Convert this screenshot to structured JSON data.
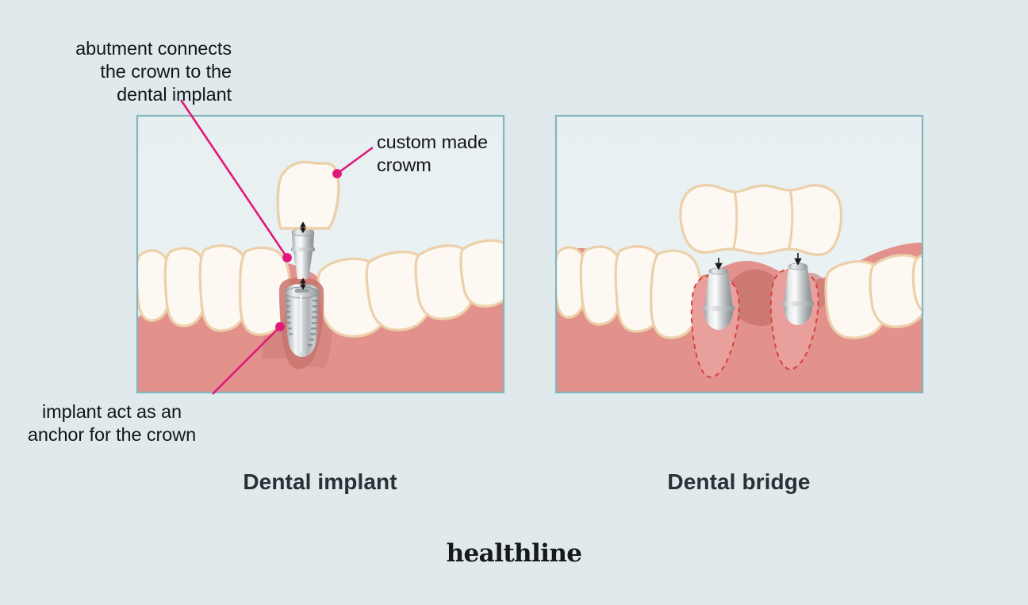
{
  "illustration": {
    "title_subject": "Dental implant vs dental bridge",
    "background_color": "#e0eaec",
    "panel_fill": "#eaf1f3",
    "panel_border_color": "#84b6bd",
    "gum_color": "#e2918d",
    "gum_shadow_color": "#c9746f",
    "socket_fill": "#e9a09c",
    "tooth_fill": "#fdf8f1",
    "tooth_outline": "#ecd0a9",
    "metal_light": "#f2f3f4",
    "metal_mid": "#b9bdc0",
    "metal_dark": "#8d9296",
    "leader_color": "#e0187c",
    "arrow_color": "#1a1a1a",
    "dashed_root_color": "#d6423f"
  },
  "annotations": [
    {
      "id": "abutment",
      "text": "abutment connects\nthe crown to the\ndental implant"
    },
    {
      "id": "crown",
      "text": "custom made\ncrowm"
    },
    {
      "id": "implant",
      "text": "implant act as an\nanchor for the crown"
    }
  ],
  "captions": {
    "left": "Dental implant",
    "right": "Dental bridge"
  },
  "brand": {
    "name": "healthline"
  },
  "panels": [
    {
      "id": "left",
      "caption": "Dental implant",
      "parts": [
        "custom made crown",
        "abutment",
        "implant screw",
        "gum",
        "natural teeth"
      ]
    },
    {
      "id": "right",
      "caption": "Dental bridge",
      "parts": [
        "three unit bridge",
        "two abutments",
        "gum",
        "dashed root outlines",
        "natural teeth"
      ]
    }
  ]
}
